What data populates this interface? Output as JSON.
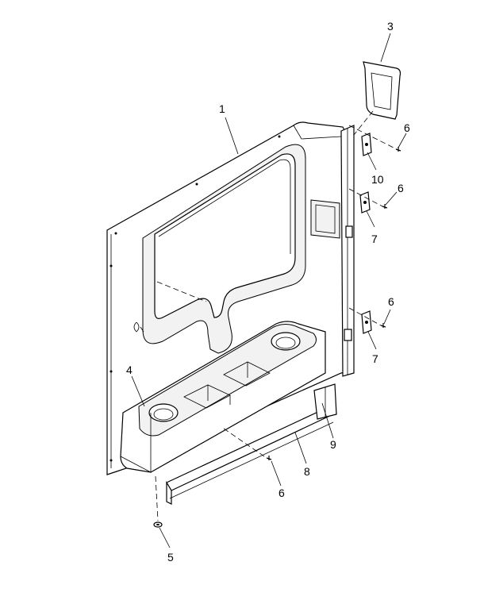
{
  "callouts": [
    {
      "id": "c1",
      "text": "1"
    },
    {
      "id": "c3",
      "text": "3"
    },
    {
      "id": "c4",
      "text": "4"
    },
    {
      "id": "c5",
      "text": "5"
    },
    {
      "id": "c6a",
      "text": "6"
    },
    {
      "id": "c6b",
      "text": "6"
    },
    {
      "id": "c6c",
      "text": "6"
    },
    {
      "id": "c6d",
      "text": "6"
    },
    {
      "id": "c7a",
      "text": "7"
    },
    {
      "id": "c7b",
      "text": "7"
    },
    {
      "id": "c8",
      "text": "8"
    },
    {
      "id": "c9",
      "text": "9"
    },
    {
      "id": "c10",
      "text": "10"
    }
  ]
}
